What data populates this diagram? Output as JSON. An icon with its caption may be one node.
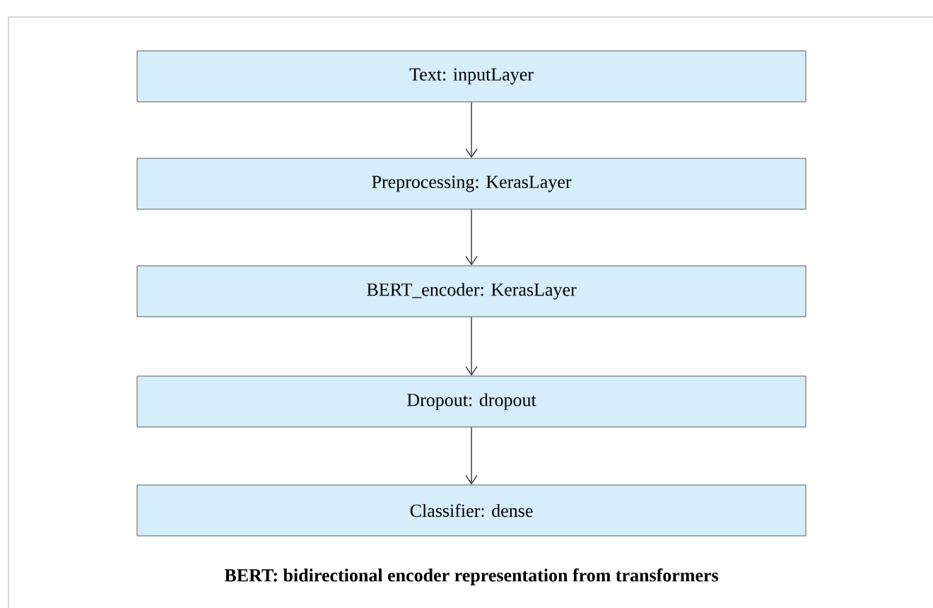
{
  "diagram": {
    "caption": "BERT: bidirectional encoder representation from transformers",
    "nodes": [
      {
        "text": [
          "Text: inputLayer"
        ]
      },
      {
        "text": [
          "Preprocessing: KerasLayer"
        ]
      },
      {
        "text": [
          "BERT_encoder: KerasLayer"
        ]
      },
      {
        "text": [
          "Dropout: dropout"
        ]
      },
      {
        "text": [
          "Classifier: dense"
        ]
      }
    ],
    "edges": [
      {
        "from": 0,
        "to": 1,
        "arrow": "to"
      },
      {
        "from": 1,
        "to": 2,
        "arrow": "to"
      },
      {
        "from": 2,
        "to": 3,
        "arrow": "to"
      },
      {
        "from": 3,
        "to": 4,
        "arrow": "to"
      }
    ]
  }
}
